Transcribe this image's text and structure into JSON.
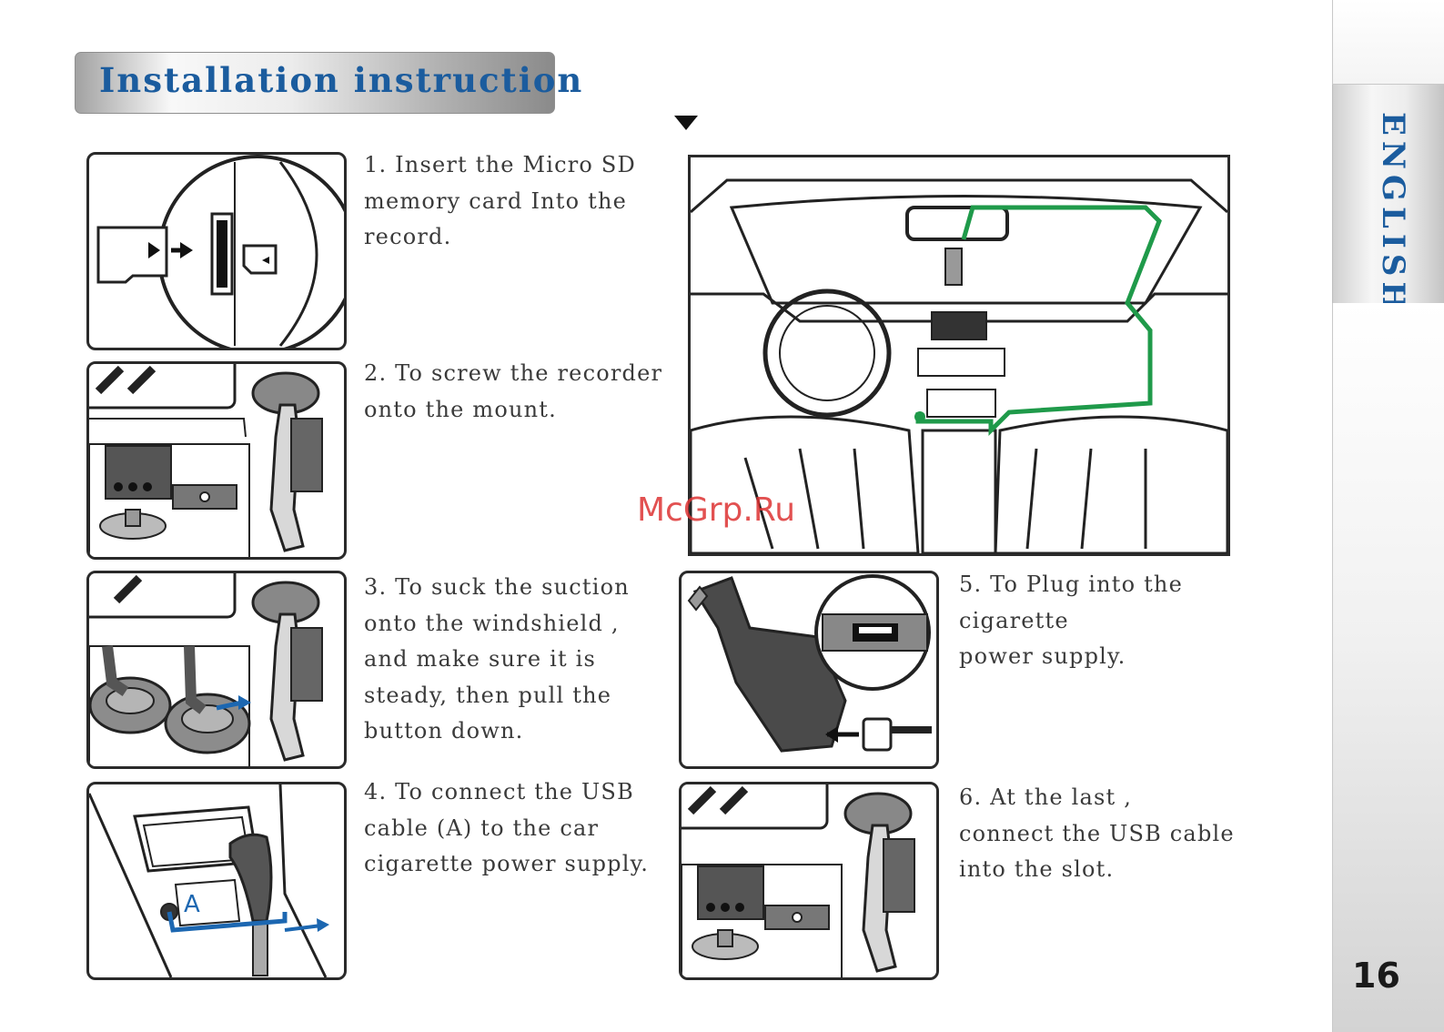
{
  "header": {
    "title": "Installation instruction"
  },
  "side_tab": {
    "language": "ENGLISH"
  },
  "page_number": "16",
  "watermark": "McGrp.Ru",
  "steps": [
    {
      "text": "1. Insert the Micro SD\nmemory card Into the\nrecord."
    },
    {
      "text": "2. To screw the  recorder\nonto the mount."
    },
    {
      "text": "3. To suck the suction\nonto the windshield ,\nand make sure it is\nsteady, then pull the\nbutton down."
    },
    {
      "text": "4. To connect the USB\ncable (A) to the car\ncigarette power supply."
    },
    {
      "text": "5. To Plug into the\ncigarette\npower supply."
    },
    {
      "text": "6.  At the last ,\nconnect the USB cable\ninto the slot."
    }
  ],
  "figure_labels": {
    "usb_cable": "A"
  },
  "colors": {
    "accent_blue": "#1b5c9e",
    "cable_green": "#1f9a4a",
    "cable_blue": "#1c67b1",
    "watermark_red": "#dd3333"
  }
}
